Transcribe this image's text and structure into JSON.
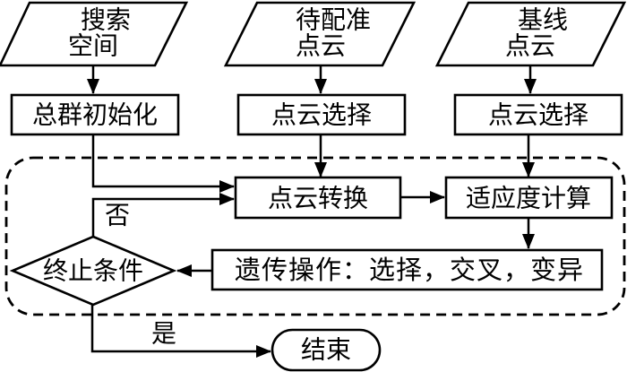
{
  "diagram": {
    "description": "Genetic algorithm point cloud registration flowchart",
    "colors": {
      "background": "#ffffff",
      "stroke": "#000000",
      "text": "#000000"
    },
    "nodes": {
      "search_space": {
        "line1": "搜索",
        "line2": "空间"
      },
      "target_cloud": {
        "line1": "待配准",
        "line2": "点云"
      },
      "base_cloud": {
        "line1": "基线",
        "line2": "点云"
      },
      "population_init": {
        "label": "总群初始化"
      },
      "cloud_select_mid": {
        "label": "点云选择"
      },
      "cloud_select_right": {
        "label": "点云选择"
      },
      "cloud_transform": {
        "label": "点云转换"
      },
      "fitness_calc": {
        "label": "适应度计算"
      },
      "genetic_ops": {
        "label": "遗传操作：选择，交叉，变异"
      },
      "terminate_check": {
        "label": "终止条件"
      },
      "end_node": {
        "label": "结束"
      }
    },
    "edge_labels": {
      "no": "否",
      "yes": "是"
    }
  }
}
